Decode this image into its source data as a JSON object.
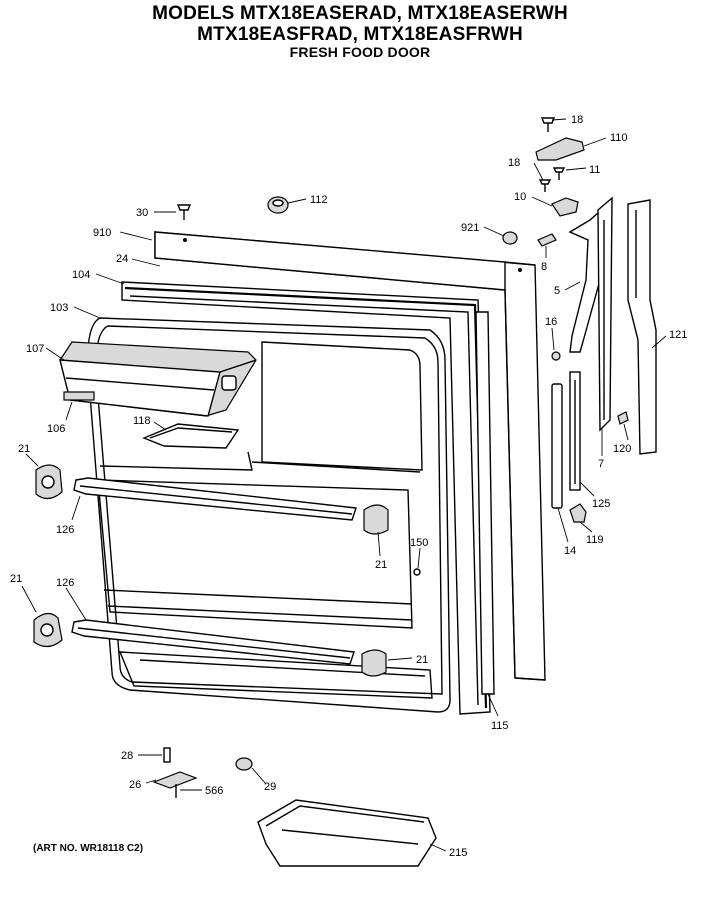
{
  "header": {
    "line1": "MODELS MTX18EASERAD, MTX18EASERWH",
    "line2": "MTX18EASFRAD, MTX18EASFRWH",
    "line3": "FRESH FOOD DOOR"
  },
  "footer": {
    "art_no": "(ART NO. WR18118 C2)"
  },
  "callouts": {
    "p18a": "18",
    "p110": "110",
    "p18b": "18",
    "p11": "11",
    "p10": "10",
    "p921": "921",
    "p8": "8",
    "p30": "30",
    "p112": "112",
    "p910": "910",
    "p24": "24",
    "p104": "104",
    "p103": "103",
    "p107": "107",
    "p106": "106",
    "p118": "118",
    "p5": "5",
    "p16": "16",
    "p121": "121",
    "p120": "120",
    "p7": "7",
    "p125": "125",
    "p14": "14",
    "p119": "119",
    "p21a": "21",
    "p126a": "126",
    "p21b": "21",
    "p150": "150",
    "p21c": "21",
    "p126b": "126",
    "p21d": "21",
    "p115": "115",
    "p28": "28",
    "p26": "26",
    "p566": "566",
    "p29": "29",
    "p215": "215"
  }
}
